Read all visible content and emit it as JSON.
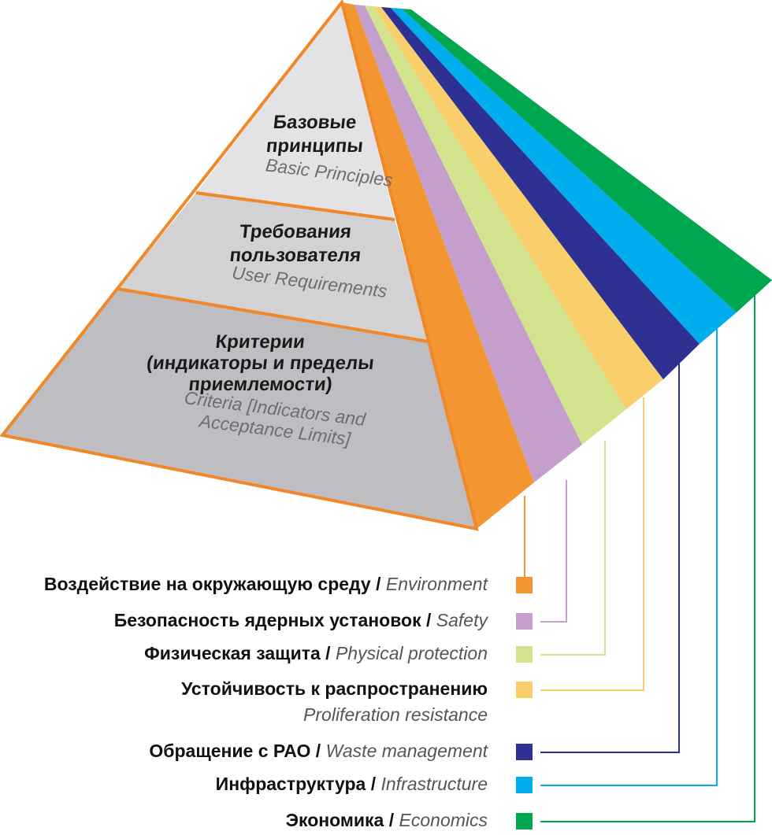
{
  "colors": {
    "pyramid_outline": "#f0882a",
    "tier_top": "#e3e3e5",
    "tier_middle": "#d2d2d5",
    "tier_bottom": "#bebec2"
  },
  "tiers": [
    {
      "title_lines": [
        "Базовые",
        "принципы"
      ],
      "subtitle_lines": [
        "Basic Principles"
      ]
    },
    {
      "title_lines": [
        "Требования",
        "пользователя"
      ],
      "subtitle_lines": [
        "User Requirements"
      ]
    },
    {
      "title_lines": [
        "Критерии",
        "(индикаторы и пределы",
        "приемлемости)"
      ],
      "subtitle_lines": [
        "Criteria [Indicators and",
        "Acceptance Limits]"
      ]
    }
  ],
  "areas": [
    {
      "ru": "Воздействие на окружающую среду",
      "separator": " / ",
      "en": "Environment",
      "color": "#f39632",
      "icon": "orange-square"
    },
    {
      "ru": "Безопасность ядерных установок",
      "separator": " / ",
      "en": "Safety",
      "color": "#c49fcb",
      "icon": "violet-square"
    },
    {
      "ru": "Физическая защита",
      "separator": " / ",
      "en": "Physical protection",
      "color": "#d3e38d",
      "icon": "lime-square"
    },
    {
      "ru": "Устойчивость к распространению",
      "separator": "",
      "en": "Proliferation resistance",
      "color": "#f9cf6c",
      "icon": "yellow-square"
    },
    {
      "ru": "Обращение с РАО",
      "separator": " / ",
      "en": "Waste management",
      "color": "#2e3192",
      "icon": "navy-square"
    },
    {
      "ru": "Инфраструктура",
      "separator": " / ",
      "en": "Infrastructure",
      "color": "#00aeef",
      "icon": "cyan-square"
    },
    {
      "ru": "Экономика",
      "separator": " / ",
      "en": "Economics",
      "color": "#00a650",
      "icon": "green-square"
    }
  ]
}
